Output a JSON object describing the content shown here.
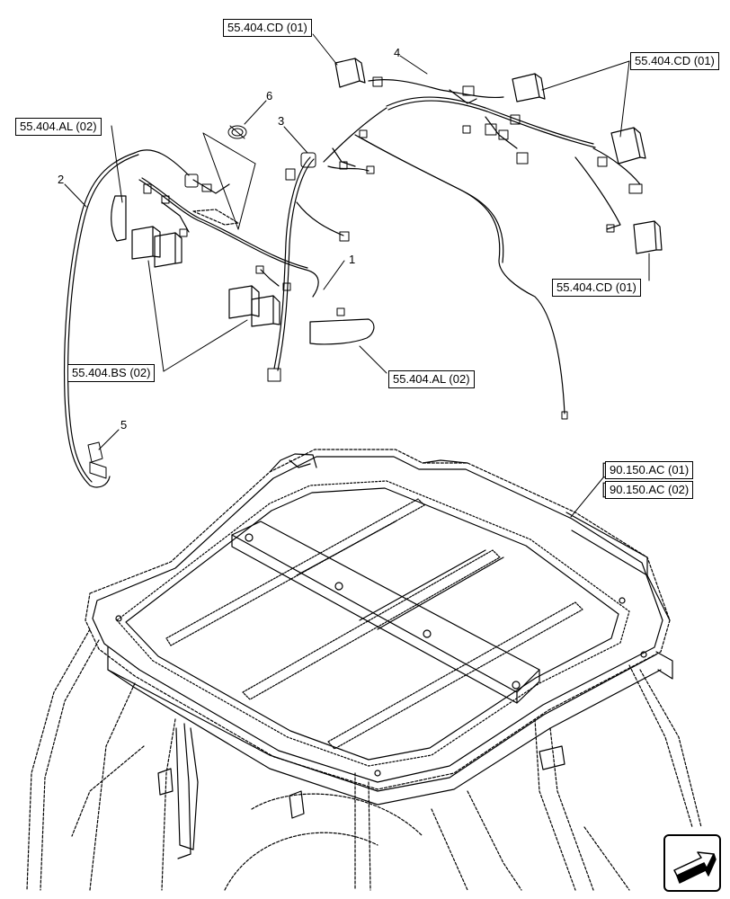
{
  "references": {
    "cd_top": "55.404.CD (01)",
    "cd_right_top": "55.404.CD (01)",
    "cd_right_bottom": "55.404.CD (01)",
    "al_left": "55.404.AL (02)",
    "al_right": "55.404.AL (02)",
    "bs": "55.404.BS (02)",
    "ac_01": "90.150.AC (01)",
    "ac_02": "90.150.AC (02)"
  },
  "callouts": {
    "c1": "1",
    "c2": "2",
    "c3": "3",
    "c4": "4",
    "c5": "5",
    "c6": "6"
  },
  "icons": {
    "nav": "next-page-arrow-icon"
  }
}
